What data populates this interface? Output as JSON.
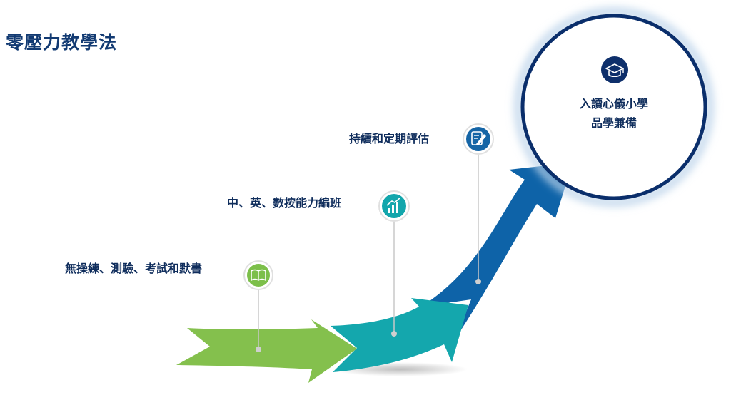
{
  "title": "零壓力教學法",
  "steps": [
    {
      "label": "無操練、測驗、考試和默書",
      "icon": "book-icon",
      "color": "#7cbf4a"
    },
    {
      "label": "中、英、數按能力編班",
      "icon": "bar-chart-icon",
      "color": "#13a6ac"
    },
    {
      "label": "持續和定期評估",
      "icon": "clipboard-pen-icon",
      "color": "#1565a6"
    }
  ],
  "goal": {
    "line1": "入讀心儀小學",
    "line2": "品學兼備",
    "icon": "graduation-cap-icon",
    "color": "#0a2e6b"
  }
}
